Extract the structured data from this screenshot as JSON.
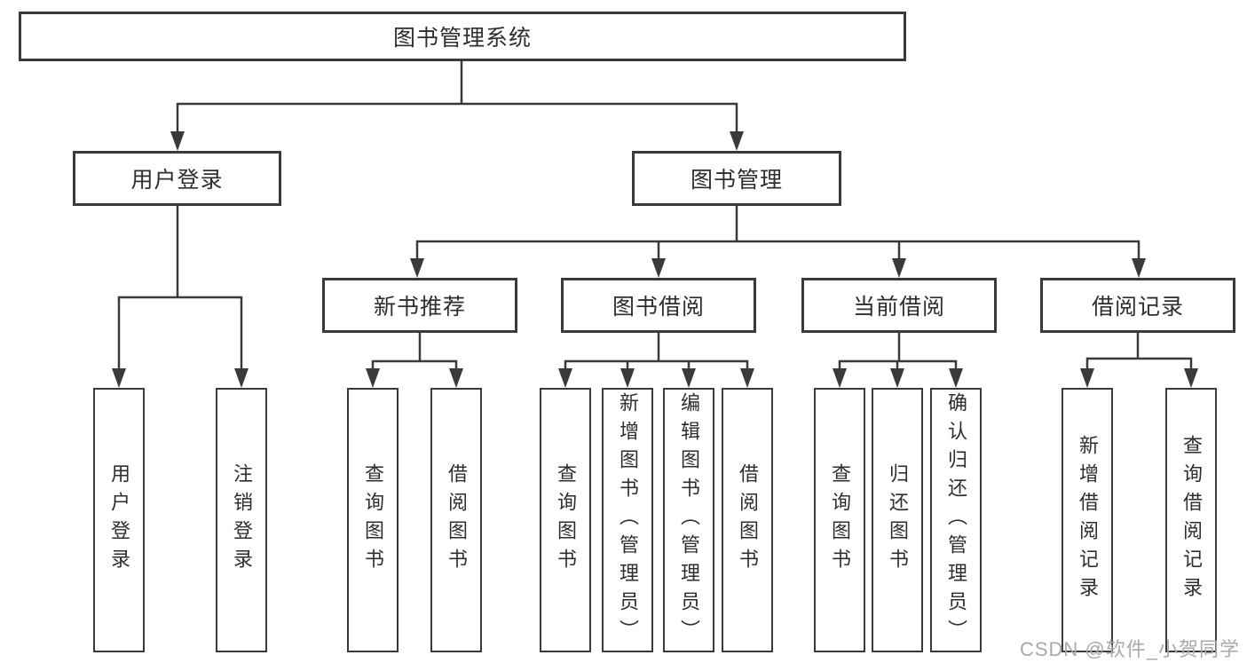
{
  "colors": {
    "line": "#3a3a3c",
    "text": "#2e2e30",
    "watermark": "#a9a9ad",
    "background": "#ffffff",
    "node_fill": "#ffffff"
  },
  "watermark": "CSDN @软件_小贺同学",
  "tree": {
    "label": "图书管理系统",
    "children": [
      {
        "label": "用户登录",
        "children": [
          {
            "label": "用户登录"
          },
          {
            "label": "注销登录"
          }
        ]
      },
      {
        "label": "图书管理",
        "children": [
          {
            "label": "新书推荐",
            "children": [
              {
                "label": "查询图书"
              },
              {
                "label": "借阅图书"
              }
            ]
          },
          {
            "label": "图书借阅",
            "children": [
              {
                "label": "查询图书"
              },
              {
                "label": "新增图书（管理员）"
              },
              {
                "label": "编辑图书（管理员）"
              },
              {
                "label": "借阅图书"
              }
            ]
          },
          {
            "label": "当前借阅",
            "children": [
              {
                "label": "查询图书"
              },
              {
                "label": "归还图书"
              },
              {
                "label": "确认归还（管理员）"
              }
            ]
          },
          {
            "label": "借阅记录",
            "children": [
              {
                "label": "新增借阅记录"
              },
              {
                "label": "查询借阅记录"
              }
            ]
          }
        ]
      }
    ]
  }
}
